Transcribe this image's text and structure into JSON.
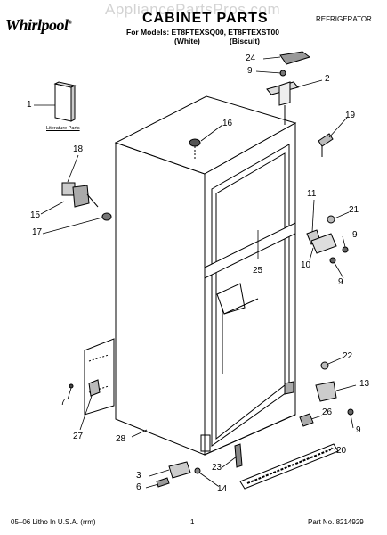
{
  "header": {
    "brand": "Whirlpool",
    "watermark": "AppliancePartsPros.com",
    "title": "CABINET PARTS",
    "models": "For Models: ET8FTEXSQ00, ET8FTEXST00",
    "variant_white": "(White)",
    "variant_biscuit": "(Biscuit)",
    "category": "REFRIGERATOR"
  },
  "literature_label": "Literature Parts",
  "callouts": [
    "1",
    "2",
    "3",
    "6",
    "7",
    "9",
    "9",
    "9",
    "9",
    "10",
    "11",
    "13",
    "14",
    "15",
    "16",
    "17",
    "18",
    "19",
    "20",
    "21",
    "22",
    "23",
    "24",
    "25",
    "26",
    "27",
    "28"
  ],
  "footer": {
    "print_code": "05–06 Litho In U.S.A. (rrm)",
    "page": "1",
    "part_no": "Part No. 8214929"
  }
}
